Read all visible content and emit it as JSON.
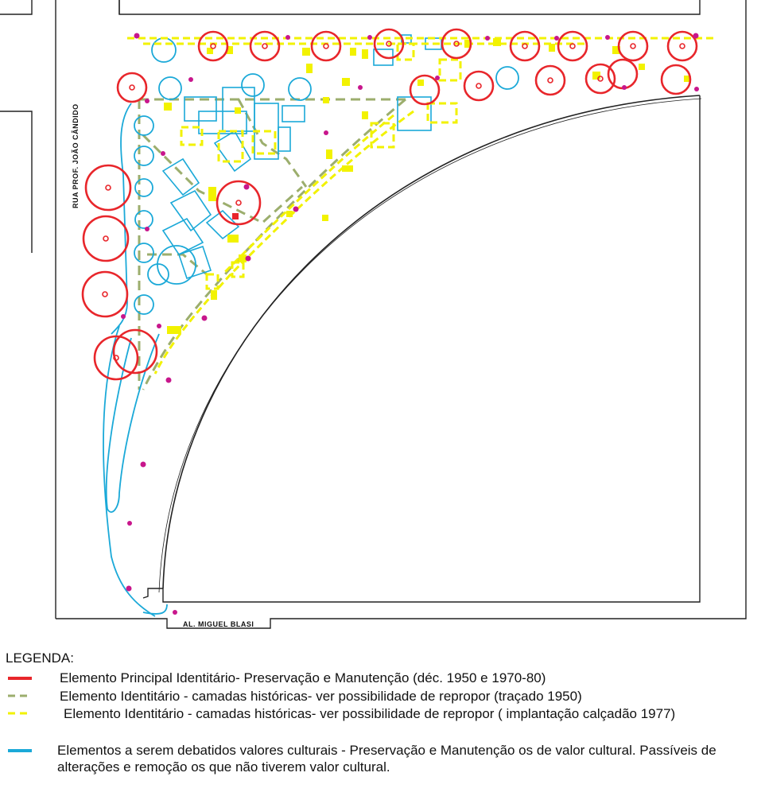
{
  "map": {
    "street_top_left": "RUA PROF. JOÃO CÂNDIDO",
    "street_bottom": "AL. MIGUEL BLASI"
  },
  "legend": {
    "title": "LEGENDA:",
    "items": [
      {
        "color": "#e8262b",
        "style": "solid",
        "label": "Elemento Principal Identitário- Preservação e Manutenção (déc. 1950 e 1970-80)"
      },
      {
        "color": "#9cae6d",
        "style": "dashed",
        "label": "Elemento Identitário - camadas históricas- ver possibilidade de repropor (traçado 1950)"
      },
      {
        "color": "#f2f200",
        "style": "dashed",
        "label": "Elemento Identitário - camadas históricas- ver possibilidade de repropor ( implantação calçadão 1977)"
      },
      {
        "color": "#1ba9d8",
        "style": "solid",
        "label": "Elementos a serem debatidos valores culturais - Preservação e Manutenção os de valor cultural. Passíveis de alterações e remoção os que não tiverem valor cultural."
      }
    ]
  },
  "colors": {
    "red": "#e8262b",
    "green": "#9cae6d",
    "yellow": "#f2f200",
    "cyan": "#1ba9d8",
    "magenta": "#c8168c"
  }
}
